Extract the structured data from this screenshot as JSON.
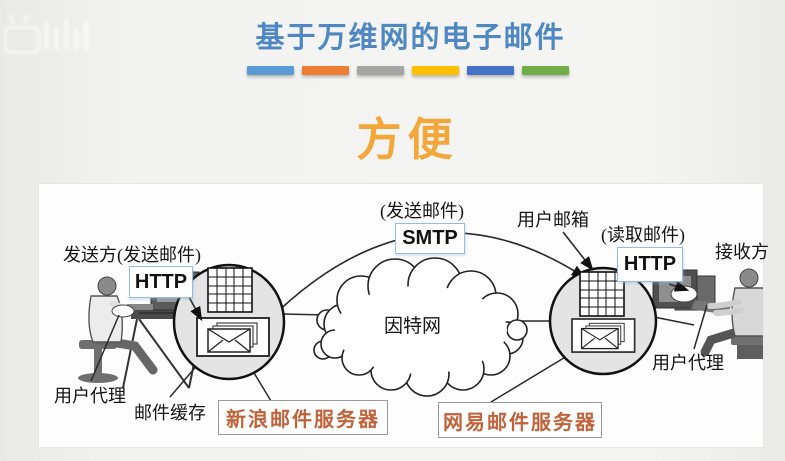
{
  "slide": {
    "title": "基于万维网的电子邮件",
    "subtitle": "方便"
  },
  "title_bars": [
    "#5B9BD5",
    "#ED7D31",
    "#A5A5A5",
    "#FFC000",
    "#4472C4",
    "#70AD47"
  ],
  "colors": {
    "title_blue": "#4e87c2",
    "subtitle_orange": "#f3a63a",
    "server_label_orange": "#c0623a",
    "protocol_box_border": "#94bede",
    "server_circle_fill": "#e4e4e4",
    "panel_background": "#fdfdfd"
  },
  "icons": {
    "watermark": "bilibili-logo-ghost",
    "internet_cloud": "cloud-outline",
    "mailbox_grid": "grid-5x5",
    "mail_cache": "stacked-envelopes-in-box",
    "sender_person": "person-at-desk-facing-right",
    "receiver_person": "person-at-desk-facing-left"
  },
  "diagram": {
    "sender_caption": "发送方(发送邮件)",
    "http_left": "HTTP",
    "send_mail_caption": "(发送邮件)",
    "smtp": "SMTP",
    "user_mailbox": "用户邮箱",
    "read_mail_caption": "(读取邮件)",
    "http_right": "HTTP",
    "receiver_caption": "接收方",
    "internet": "因特网",
    "user_agent_left": "用户代理",
    "mail_cache": "邮件缓存",
    "sina_server": "新浪邮件服务器",
    "netease_server": "网易邮件服务器",
    "user_agent_right": "用户代理"
  }
}
